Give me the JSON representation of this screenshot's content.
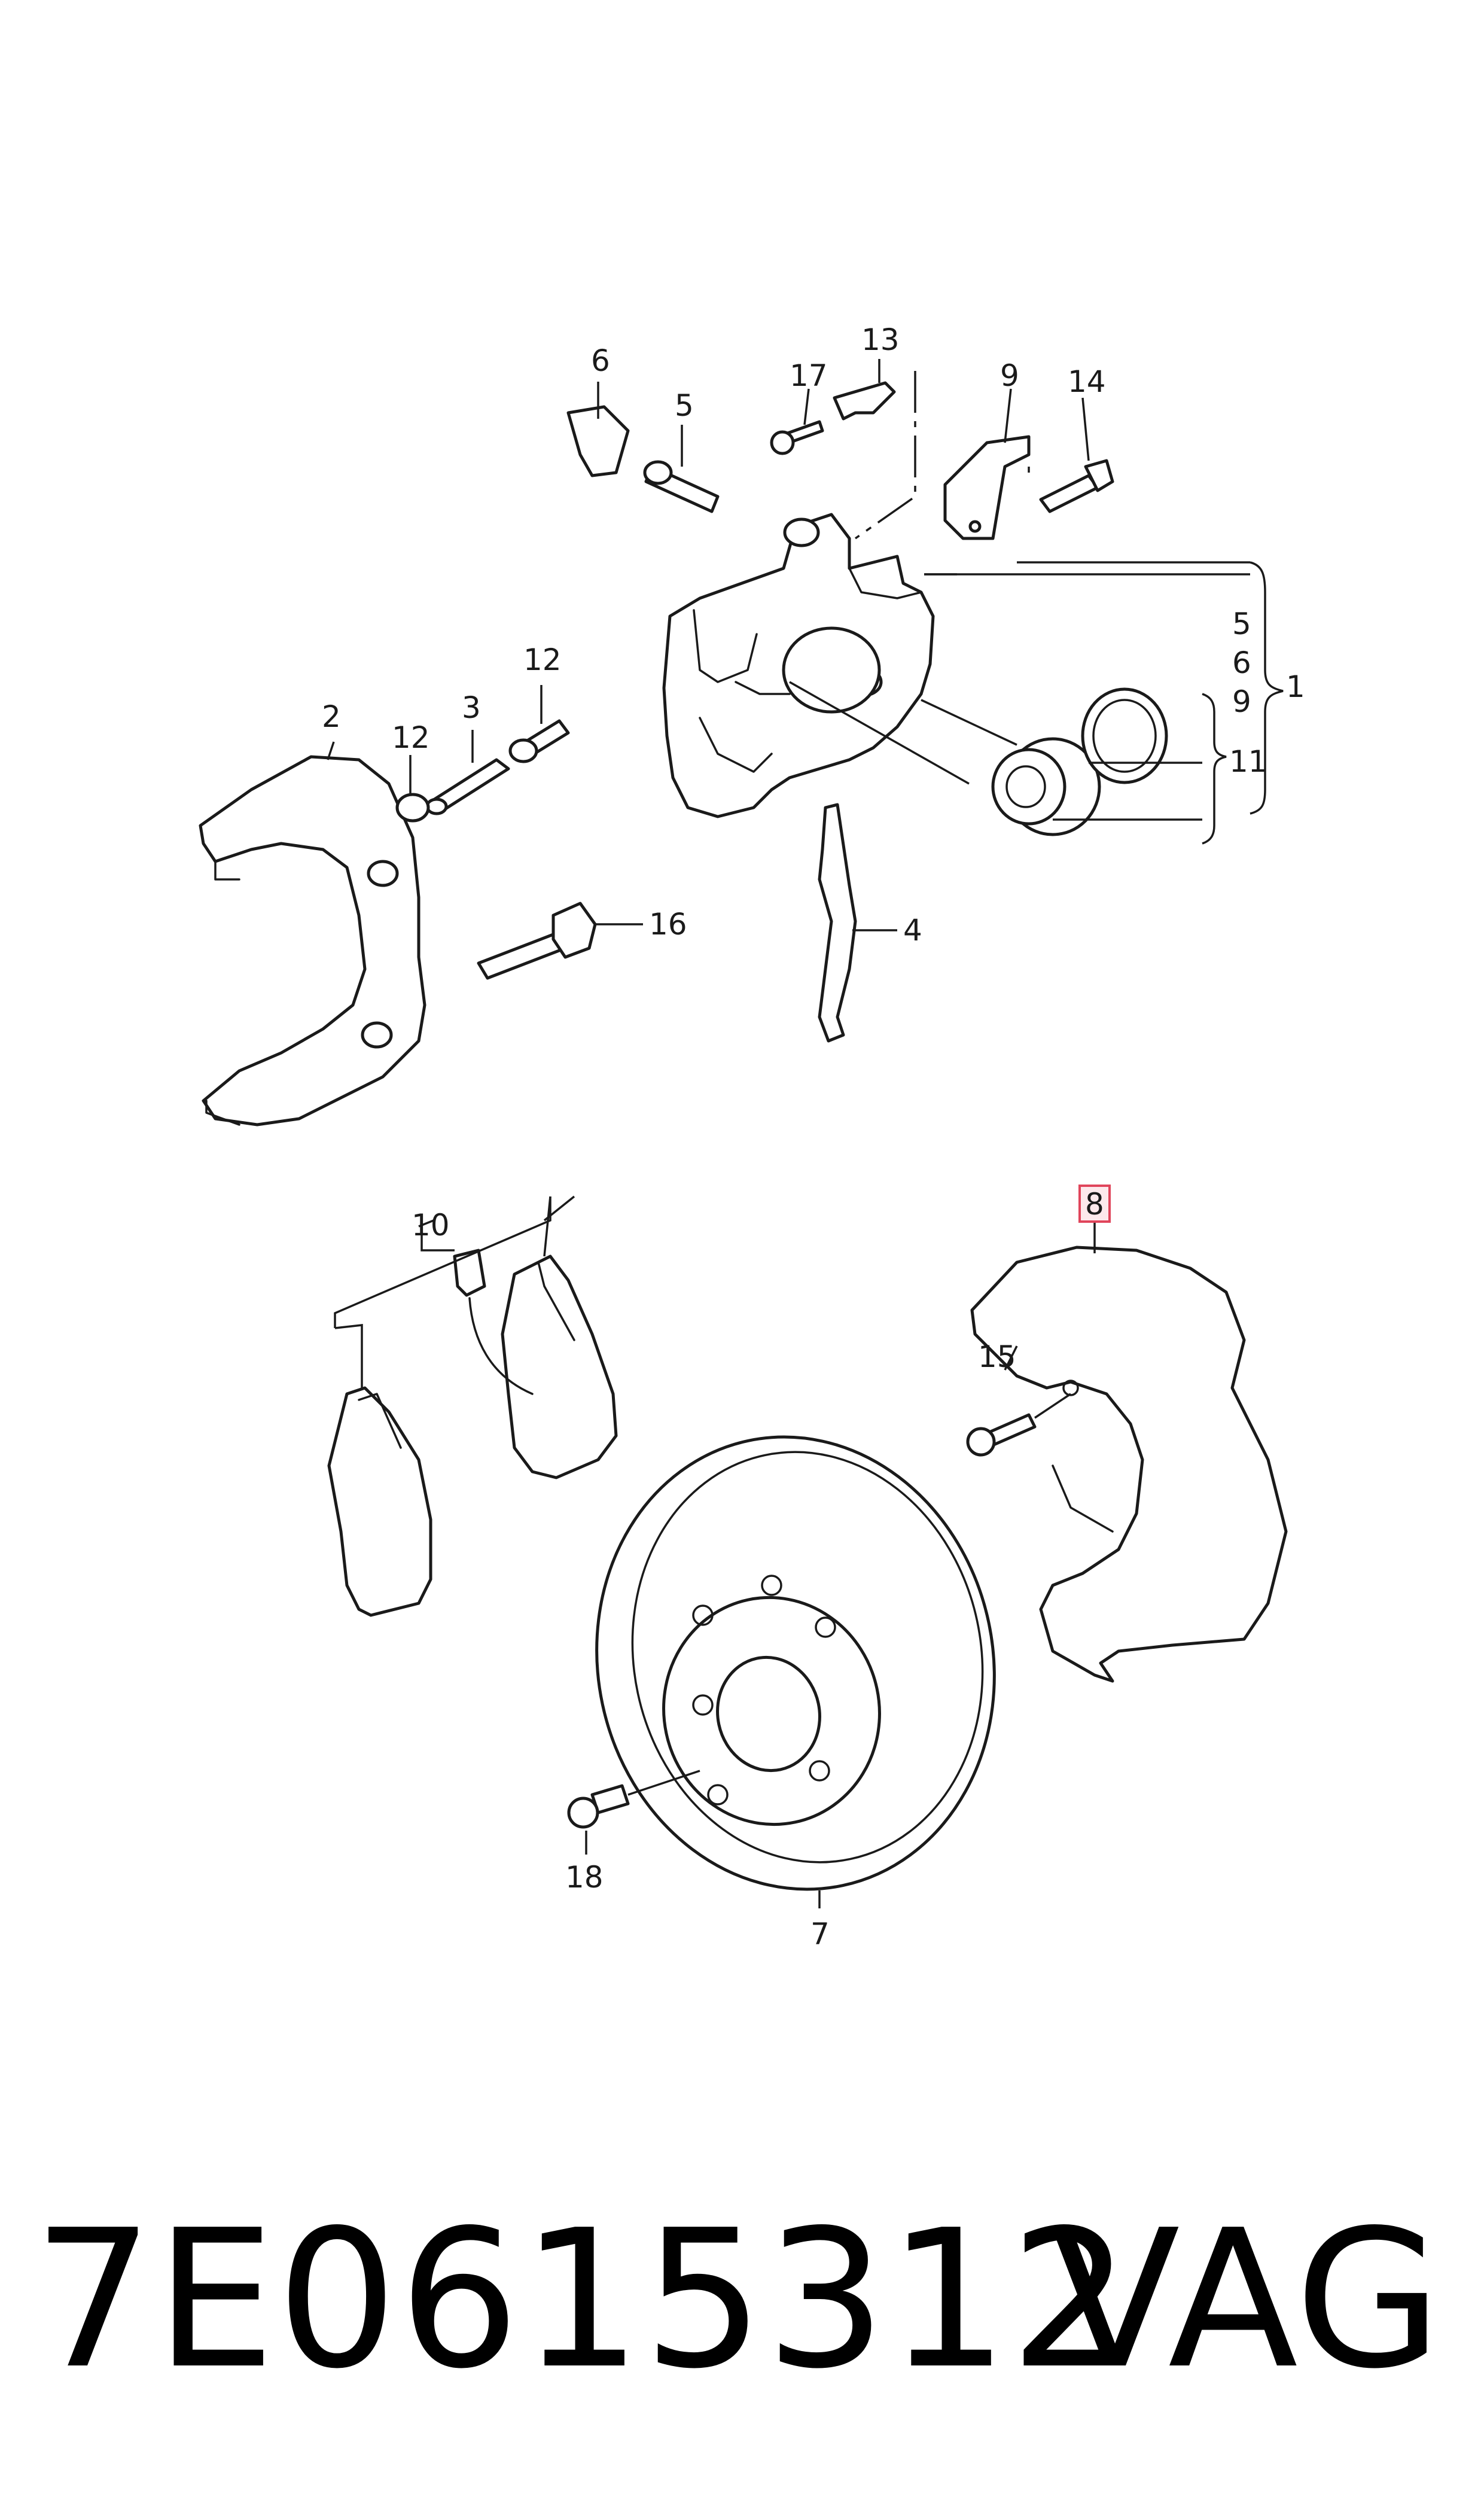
{
  "callouts": {
    "c1": "1",
    "c2": "2",
    "c3": "3",
    "c4": "4",
    "c5a": "5",
    "c5b": "5",
    "c6a": "6",
    "c6b": "6",
    "c7": "7",
    "c8": "8",
    "c9a": "9",
    "c9b": "9",
    "c10": "10",
    "c11": "11",
    "c12a": "12",
    "c12b": "12",
    "c13": "13",
    "c14": "14",
    "c15": "15",
    "c16": "16",
    "c17": "17",
    "c18": "18"
  },
  "highlighted_callout": "8",
  "highlight_color": "#e0455b",
  "footer": {
    "part_number": "7E0615312",
    "brand": "VAG"
  }
}
